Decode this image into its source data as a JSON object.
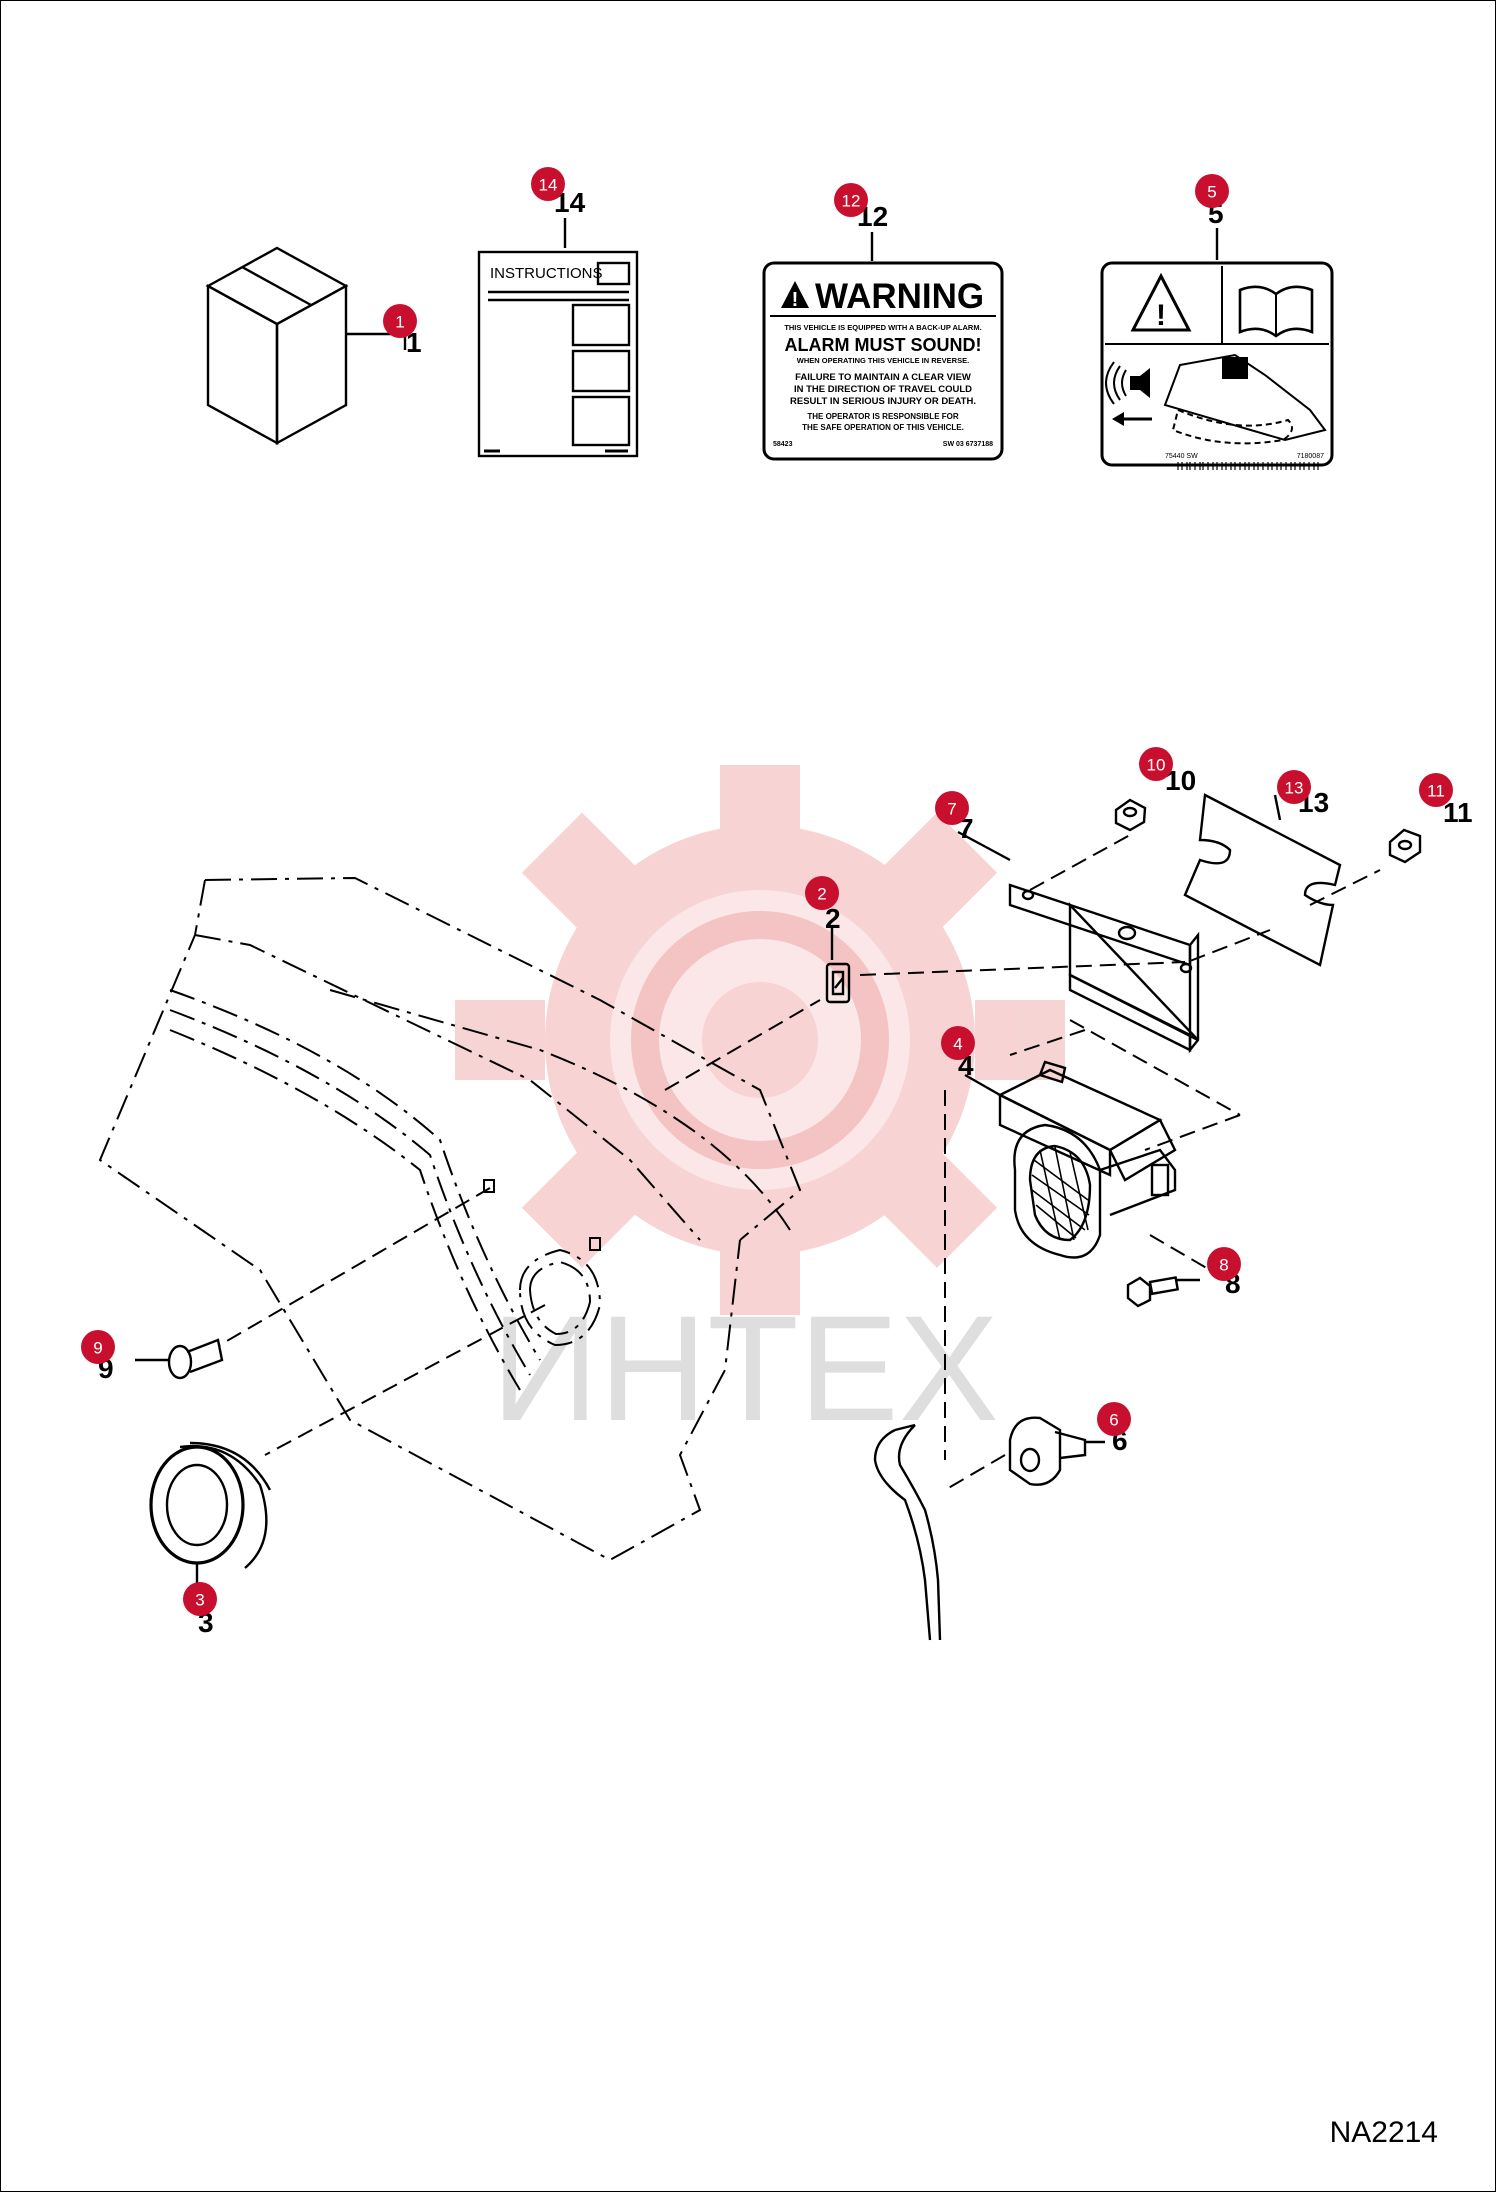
{
  "drawing_code": "NA2214",
  "watermark": "ИНТЕХ",
  "instructions_label": "INSTRUCTIONS",
  "warning_decal": {
    "title": "WARNING",
    "line1": "THIS VEHICLE IS EQUIPPED WITH A BACK-UP ALARM.",
    "line2": "ALARM MUST SOUND!",
    "line3": "WHEN OPERATING THIS VEHICLE IN REVERSE.",
    "line4": "FAILURE TO MAINTAIN A CLEAR VIEW",
    "line5": "IN THE DIRECTION OF TRAVEL COULD",
    "line6": "RESULT IN SERIOUS INJURY OR DEATH.",
    "line7": "THE OPERATOR IS RESPONSIBLE FOR",
    "line8": "THE SAFE OPERATION OF THIS VEHICLE.",
    "code_left": "58423",
    "code_right": "SW 03 6737188"
  },
  "pictorial_decal": {
    "code_left": "75440 SW",
    "code_right": "7180087"
  },
  "parts": [
    {
      "id": "p1",
      "number": "1"
    },
    {
      "id": "p2",
      "number": "2"
    },
    {
      "id": "p3",
      "number": "3"
    },
    {
      "id": "p4",
      "number": "4"
    },
    {
      "id": "p5",
      "number": "5"
    },
    {
      "id": "p6",
      "number": "6"
    },
    {
      "id": "p7",
      "number": "7"
    },
    {
      "id": "p8",
      "number": "8"
    },
    {
      "id": "p9",
      "number": "9"
    },
    {
      "id": "p10",
      "number": "10"
    },
    {
      "id": "p11",
      "number": "11"
    },
    {
      "id": "p12",
      "number": "12"
    },
    {
      "id": "p13",
      "number": "13"
    },
    {
      "id": "p14",
      "number": "14"
    }
  ],
  "colors": {
    "badge": "#c8102e",
    "watermark": "#f4c7c7",
    "watermark_text": "#cfcfcf",
    "line": "#000000"
  }
}
